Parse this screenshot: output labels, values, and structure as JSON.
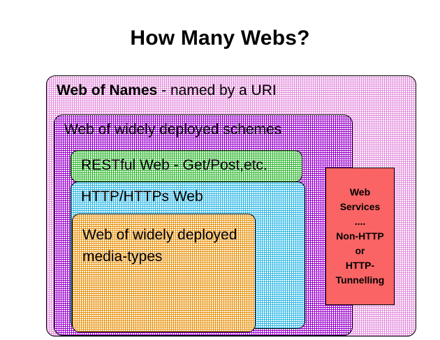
{
  "slide": {
    "title": "How Many Webs?"
  },
  "layers": [
    {
      "name": "web-of-names",
      "label_strong": "Web of Names",
      "label_rest": " - named by a URI",
      "color": "#f5e0f2"
    },
    {
      "name": "web-of-schemes",
      "label": "Web of widely deployed schemes",
      "color": "#cc99dd"
    },
    {
      "name": "restful-web",
      "label": "RESTful Web - Get/Post,etc.",
      "color": "#b0e8a8"
    },
    {
      "name": "http-https-web",
      "label": "HTTP/HTTPs Web",
      "color": "#a8e0f0"
    },
    {
      "name": "web-of-media-types",
      "label": "Web of widely deployed media-types",
      "color": "#f0e0a8"
    }
  ],
  "callout": {
    "name": "web-services",
    "color": "#fa6464",
    "lines": [
      "Web",
      "Services",
      "....",
      "Non-HTTP",
      "or",
      "HTTP-",
      "Tunnelling"
    ]
  }
}
